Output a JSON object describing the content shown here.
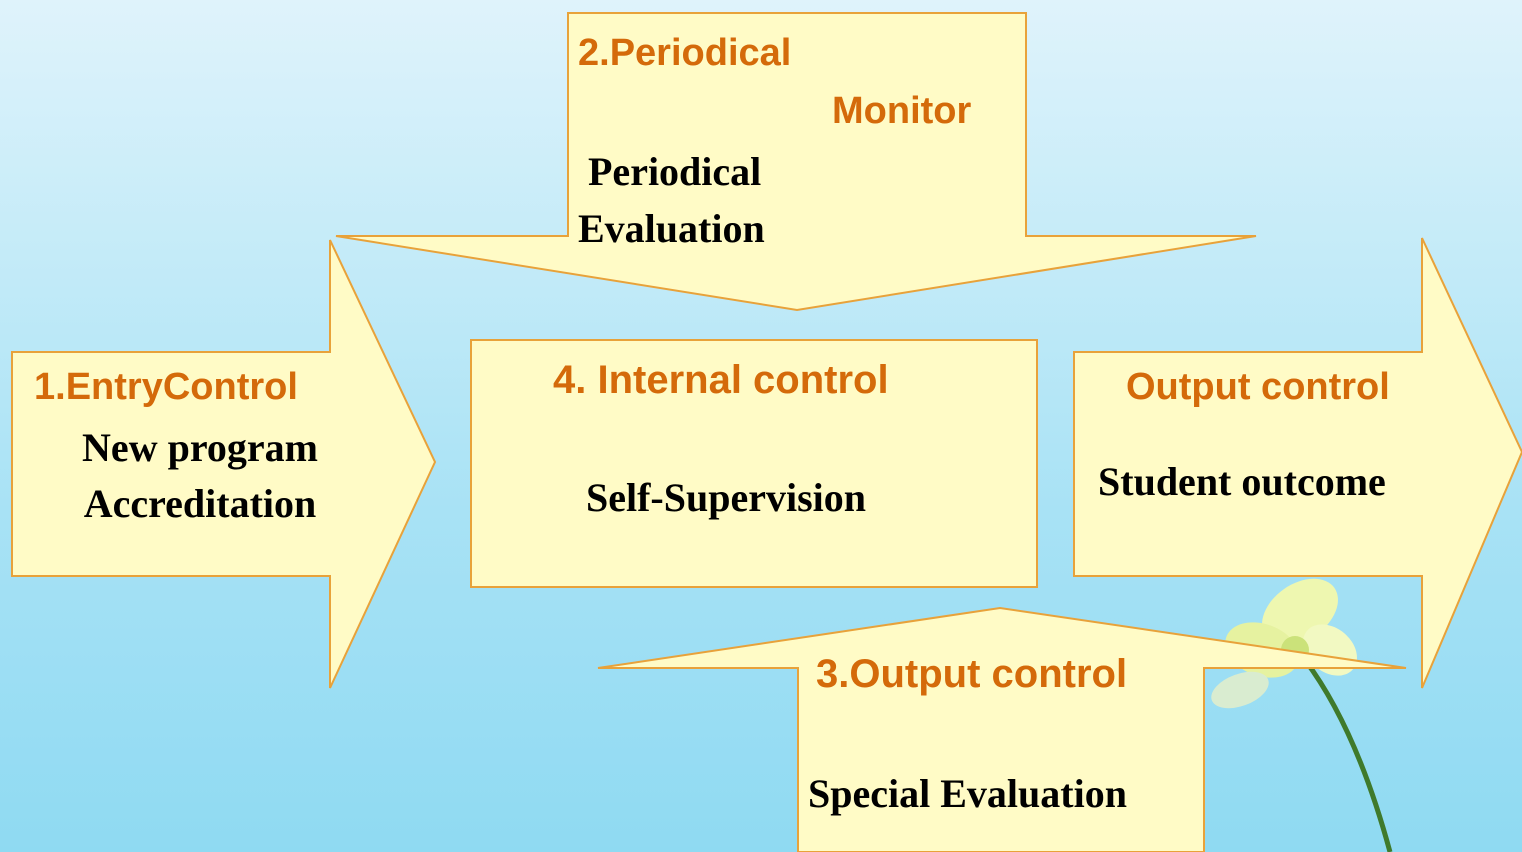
{
  "colors": {
    "shape_fill": "#fffbc6",
    "shape_stroke": "#e8a23a",
    "heading_text": "#d46a0a",
    "body_text": "#000000"
  },
  "shapes": {
    "entry": {
      "heading": "1.EntryControl",
      "lines": [
        "New program",
        "Accreditation"
      ]
    },
    "periodical": {
      "heading_line1": "2.Periodical",
      "heading_line2": "Monitor",
      "lines": [
        "Periodical",
        "Evaluation"
      ]
    },
    "output_bottom": {
      "heading": "3.Output control",
      "lines": [
        "Special Evaluation"
      ]
    },
    "internal": {
      "heading": "4. Internal control",
      "lines": [
        "Self-Supervision"
      ]
    },
    "output_right": {
      "heading": "Output control",
      "lines": [
        "Student outcome"
      ]
    }
  },
  "decoration": {
    "icon": "flower-icon"
  }
}
